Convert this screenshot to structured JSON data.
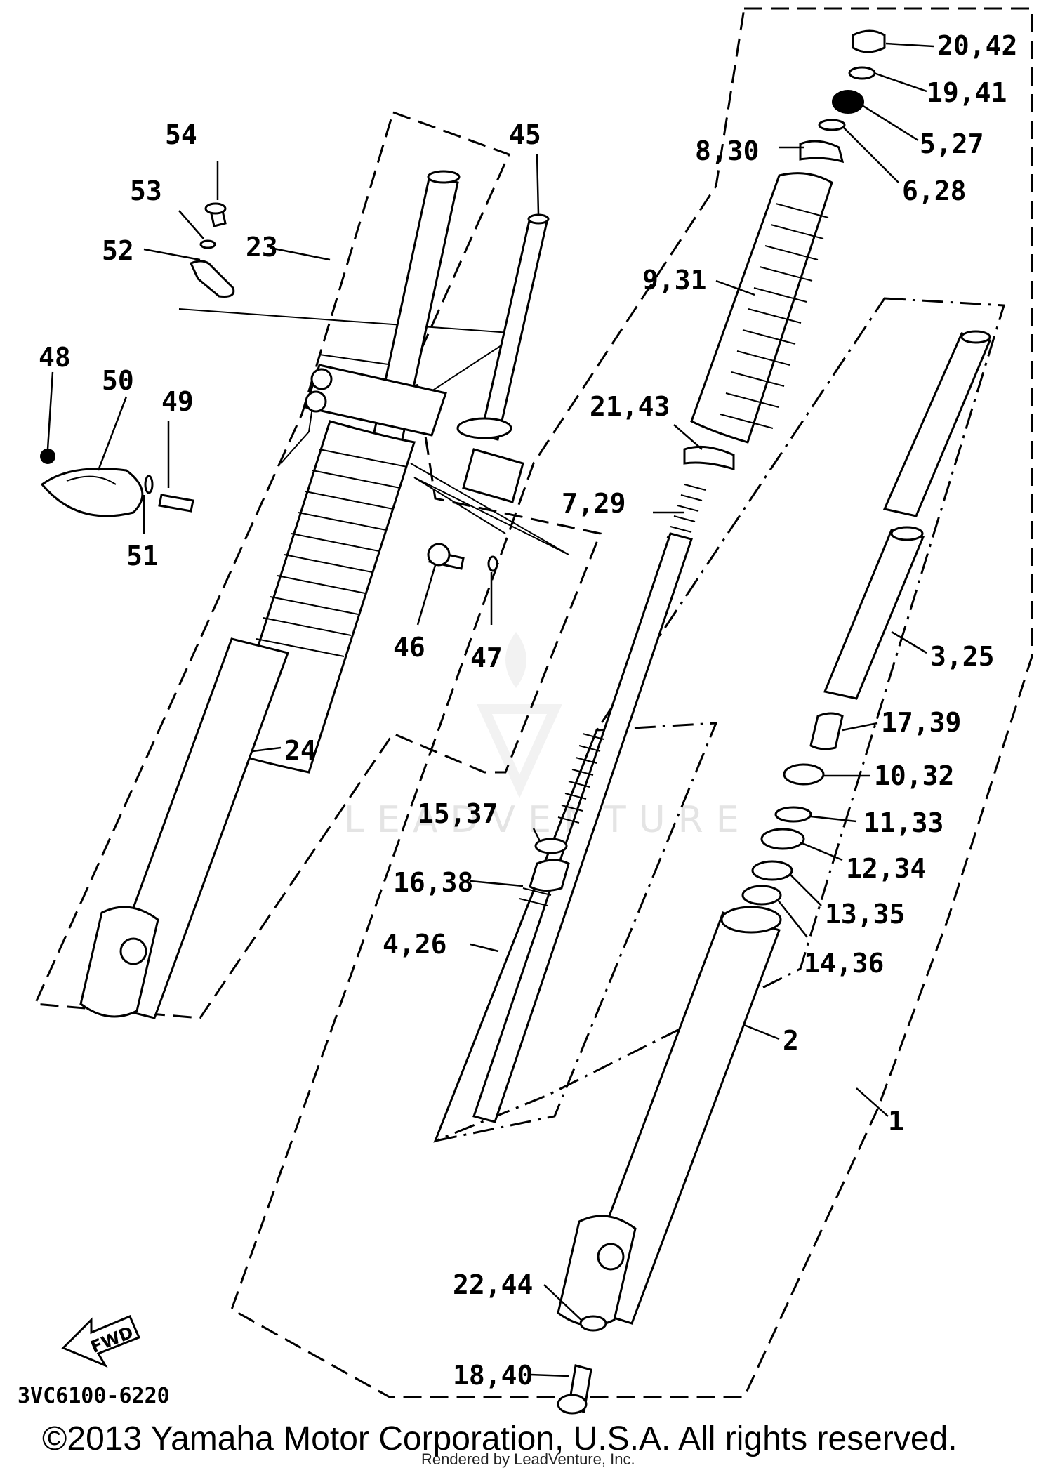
{
  "diagram": {
    "code": "3VC6100-6220",
    "copyright": "©2013 Yamaha Motor Corporation, U.S.A. All rights reserved.",
    "rendered_by": "Rendered by LeadVenture, Inc.",
    "watermark": "LEADVENTURE",
    "direction_label": "FWD",
    "callouts": {
      "c20_42": "20,42",
      "c19_41": "19,41",
      "c5_27": "5,27",
      "c6_28": "6,28",
      "c8_30": "8,30",
      "c9_31": "9,31",
      "c21_43": "21,43",
      "c7_29": "7,29",
      "c3_25": "3,25",
      "c17_39": "17,39",
      "c10_32": "10,32",
      "c11_33": "11,33",
      "c12_34": "12,34",
      "c13_35": "13,35",
      "c14_36": "14,36",
      "c2": "2",
      "c1": "1",
      "c15_37": "15,37",
      "c16_38": "16,38",
      "c4_26": "4,26",
      "c22_44": "22,44",
      "c18_40": "18,40",
      "c54": "54",
      "c53": "53",
      "c52": "52",
      "c23": "23",
      "c45": "45",
      "c48": "48",
      "c50": "50",
      "c49": "49",
      "c51": "51",
      "c46": "46",
      "c47": "47",
      "c24": "24"
    }
  }
}
